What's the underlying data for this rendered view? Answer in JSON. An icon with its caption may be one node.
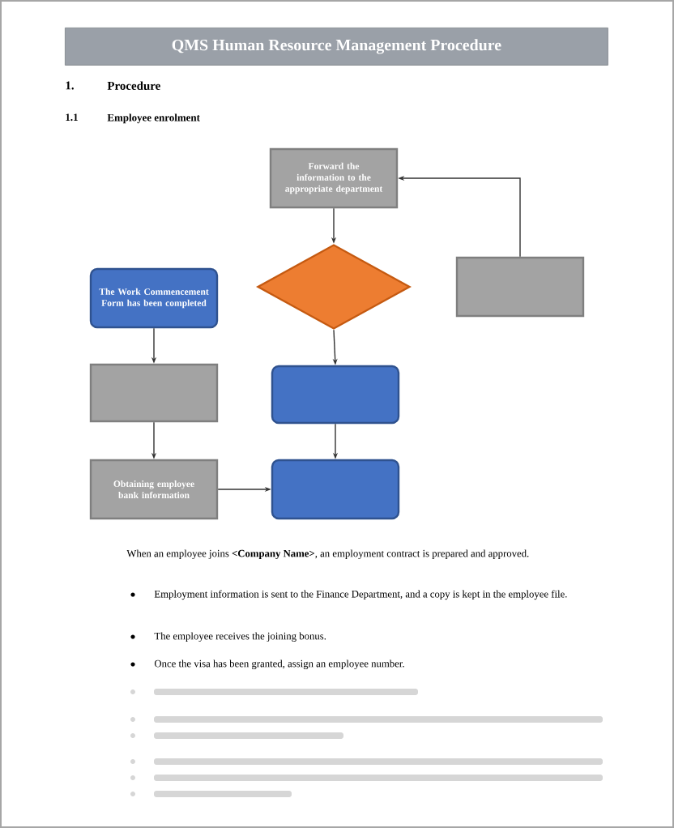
{
  "diagram": {
    "title": "QMS Human Resource Management Procedure",
    "nodes": [
      {
        "text": [
          "Forward the information to the appropriate department"
        ]
      },
      {
        "text": [],
        "shape": "diamond"
      },
      {
        "text": [],
        "shape": "box"
      },
      {
        "text": [
          "The Work Commencement Form has been completed"
        ]
      },
      {
        "text": [],
        "shape": "box"
      },
      {
        "text": [],
        "shape": "box"
      },
      {
        "text": [
          "Obtaining employee bank information"
        ]
      },
      {
        "text": [],
        "shape": "box"
      }
    ],
    "edges": [
      {
        "from": 0,
        "to": 1,
        "arrow": "to"
      },
      {
        "from": 2,
        "to": 0,
        "arrow": "to"
      },
      {
        "from": 1,
        "to": 5,
        "arrow": "to"
      },
      {
        "from": 3,
        "to": 4,
        "arrow": "to"
      },
      {
        "from": 4,
        "to": 6,
        "arrow": "to"
      },
      {
        "from": 5,
        "to": 7,
        "arrow": "to"
      },
      {
        "from": 6,
        "to": 7,
        "arrow": "to"
      }
    ],
    "labels": [
      "1.",
      "Procedure",
      "1.1",
      "Employee enrolment",
      "When an employee joins **<Company Name>**, an employment contract is prepared and approved.",
      "Employment information is sent to the Finance Department, and a copy is kept in the employee file.",
      "The employee receives the joining bonus.",
      "Once the visa has been granted, assign an employee number."
    ]
  }
}
